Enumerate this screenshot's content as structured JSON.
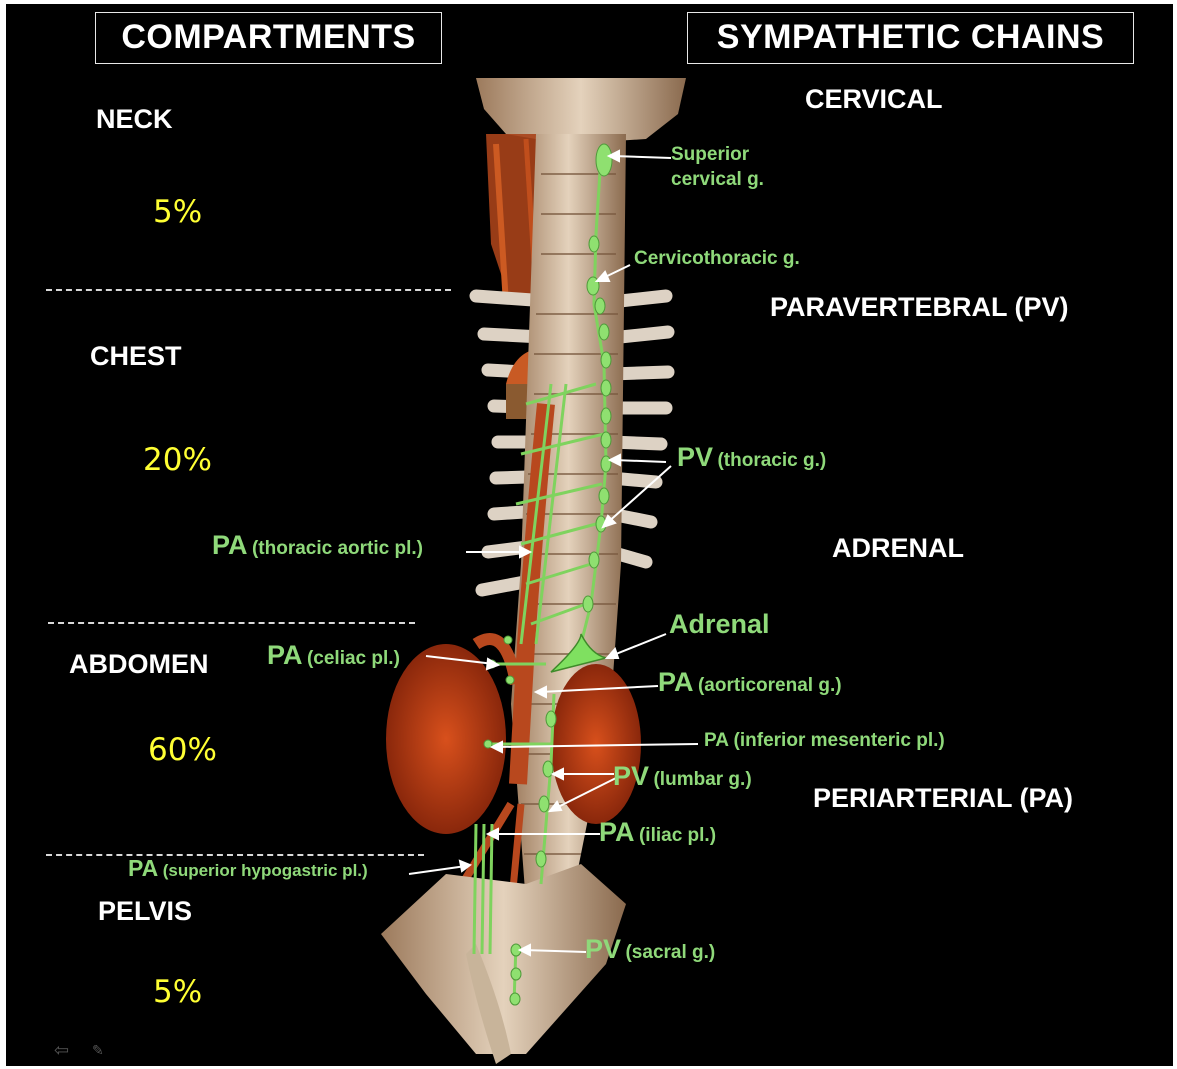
{
  "headers": {
    "left": "COMPARTMENTS",
    "right": "SYMPATHETIC CHAINS"
  },
  "compartments": [
    {
      "name": "NECK",
      "percent": "5%"
    },
    {
      "name": "CHEST",
      "percent": "20%"
    },
    {
      "name": "ABDOMEN",
      "percent": "60%"
    },
    {
      "name": "PELVIS",
      "percent": "5%"
    }
  ],
  "chains": {
    "cervical": "CERVICAL",
    "paravertebral": "PARAVERTEBRAL (PV)",
    "adrenal": "ADRENAL",
    "periarterial": "PERIARTERIAL (PA)"
  },
  "labels": {
    "superior_cervical": [
      "Superior",
      "cervical g."
    ],
    "cervicothoracic": "Cervicothoracic  g.",
    "pv_thoracic": {
      "abbr": "PV",
      "desc": "(thoracic g.)"
    },
    "pa_thoracic_aortic": {
      "abbr": "PA",
      "desc": "(thoracic aortic pl.)"
    },
    "adrenal": "Adrenal",
    "pa_celiac": {
      "abbr": "PA",
      "desc": "(celiac pl.)"
    },
    "pa_aorticorenal": {
      "abbr": "PA",
      "desc": "(aorticorenal g.)"
    },
    "pa_inferior_mesenteric": "PA (inferior mesenteric pl.)",
    "pv_lumbar": {
      "abbr": "PV",
      "desc": "(lumbar g.)"
    },
    "pa_iliac": {
      "abbr": "PA",
      "desc": "(iliac pl.)"
    },
    "pa_superior_hypogastric": {
      "abbr": "PA",
      "desc": "(superior hypogastric pl.)"
    },
    "pv_sacral": {
      "abbr": "PV",
      "desc": "(sacral g.)"
    }
  },
  "colors": {
    "background": "#000000",
    "ganglion_green": "#8fd97a",
    "percent_yellow": "#ffff33",
    "bone": "#d9c7b0",
    "vessel": "#b8481e"
  },
  "icons": [
    "back-arrow-icon",
    "pen-icon"
  ]
}
